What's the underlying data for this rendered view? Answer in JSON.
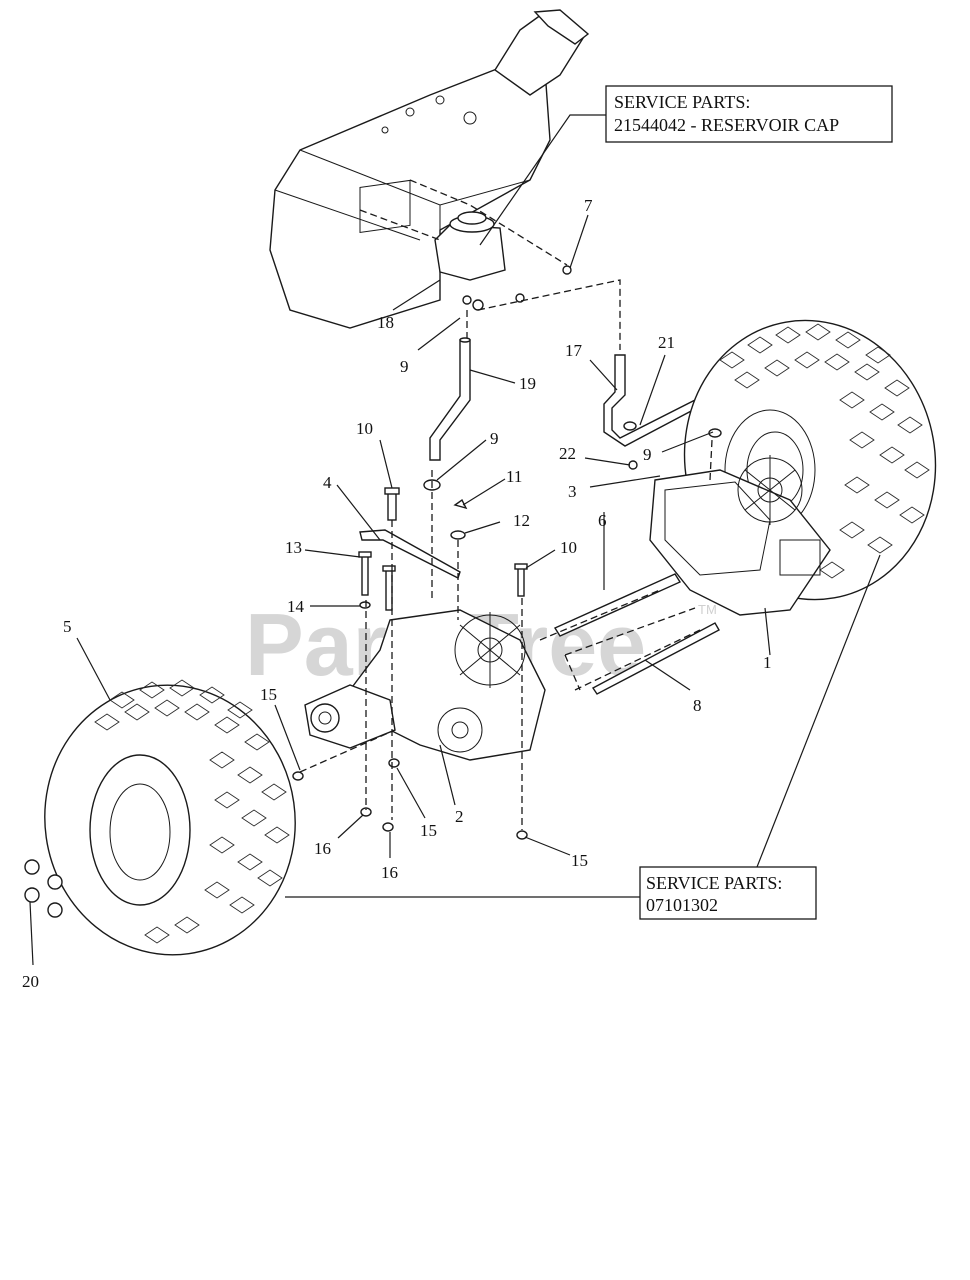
{
  "watermark": {
    "text": "PartsTree",
    "tm": "TM"
  },
  "service_boxes": [
    {
      "heading": "SERVICE PARTS:",
      "line": "21544042 - RESERVOIR CAP"
    },
    {
      "heading": "SERVICE PARTS:",
      "line": "07101302"
    }
  ],
  "callouts": [
    {
      "key": "c1",
      "text": "1"
    },
    {
      "key": "c2",
      "text": "2"
    },
    {
      "key": "c3",
      "text": "3"
    },
    {
      "key": "c4",
      "text": "4"
    },
    {
      "key": "c5",
      "text": "5"
    },
    {
      "key": "c6",
      "text": "6"
    },
    {
      "key": "c7",
      "text": "7"
    },
    {
      "key": "c8",
      "text": "8"
    },
    {
      "key": "c9a",
      "text": "9"
    },
    {
      "key": "c9b",
      "text": "9"
    },
    {
      "key": "c9c",
      "text": "9"
    },
    {
      "key": "c10a",
      "text": "10"
    },
    {
      "key": "c10b",
      "text": "10"
    },
    {
      "key": "c11",
      "text": "11"
    },
    {
      "key": "c12",
      "text": "12"
    },
    {
      "key": "c13",
      "text": "13"
    },
    {
      "key": "c14",
      "text": "14"
    },
    {
      "key": "c15a",
      "text": "15"
    },
    {
      "key": "c15b",
      "text": "15"
    },
    {
      "key": "c15c",
      "text": "15"
    },
    {
      "key": "c16a",
      "text": "16"
    },
    {
      "key": "c16b",
      "text": "16"
    },
    {
      "key": "c17",
      "text": "17"
    },
    {
      "key": "c18",
      "text": "18"
    },
    {
      "key": "c19",
      "text": "19"
    },
    {
      "key": "c20",
      "text": "20"
    },
    {
      "key": "c21",
      "text": "21"
    },
    {
      "key": "c22",
      "text": "22"
    }
  ]
}
